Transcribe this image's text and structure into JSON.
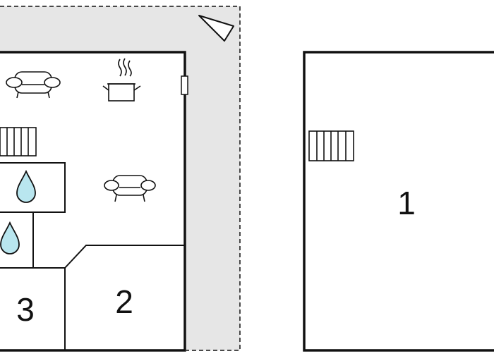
{
  "colors": {
    "terrace": "#e6e6e6",
    "wall": "#111111",
    "water": "#b9e6ef",
    "background": "#ffffff"
  },
  "icons": [
    "compass-arrow-icon",
    "sofa-icon",
    "cooking-pot-icon",
    "radiator-icon",
    "water-drop-icon"
  ],
  "rooms": {
    "room_1": "1",
    "room_2": "2",
    "room_3": "3"
  }
}
